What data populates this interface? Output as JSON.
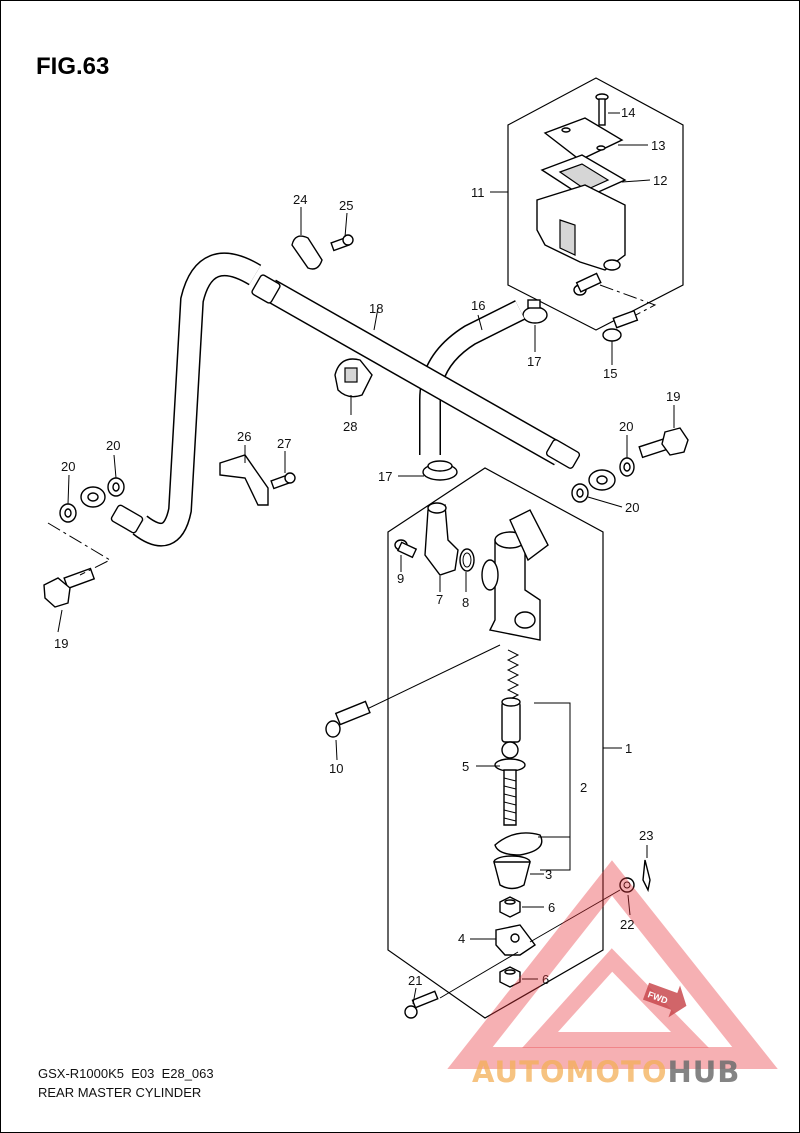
{
  "figure": {
    "title": "FIG.63",
    "model_code": "GSX-R1000K5  E03  E28_063",
    "section_name": "REAR MASTER CYLINDER"
  },
  "callouts": {
    "p1": "1",
    "p2": "2",
    "p3": "3",
    "p4": "4",
    "p5": "5",
    "p6a": "6",
    "p6b": "6",
    "p7": "7",
    "p8": "8",
    "p9": "9",
    "p10": "10",
    "p11": "11",
    "p12": "12",
    "p13": "13",
    "p14": "14",
    "p15": "15",
    "p16": "16",
    "p17a": "17",
    "p17b": "17",
    "p18": "18",
    "p19a": "19",
    "p19b": "19",
    "p20a": "20",
    "p20b": "20",
    "p20c": "20",
    "p20d": "20",
    "p21": "21",
    "p22": "22",
    "p23": "23",
    "p24": "24",
    "p25": "25",
    "p26": "26",
    "p27": "27",
    "p28": "28"
  },
  "fwd_label": "FWD",
  "watermark": {
    "text_red": "AUTOMOTO",
    "text_gray": "HUB",
    "colors": {
      "red": "#e8333a",
      "orange": "#f2a23a",
      "gray": "#555555"
    }
  }
}
